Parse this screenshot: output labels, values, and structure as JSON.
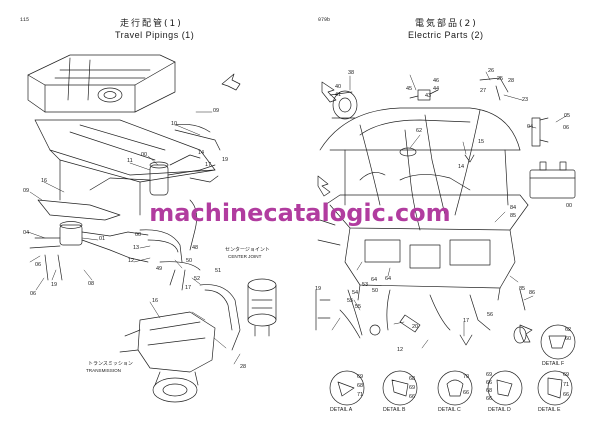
{
  "left_page": {
    "page_number": "115",
    "title_jp": "走行配管(1)",
    "title_en": "Travel Pipings (1)",
    "callouts": [
      "09",
      "10",
      "11",
      "00",
      "14",
      "17",
      "19",
      "16",
      "09",
      "04",
      "01",
      "06",
      "12",
      "13",
      "00",
      "48",
      "49",
      "50",
      "51",
      "52",
      "17",
      "28",
      "16",
      "06",
      "19",
      "08"
    ],
    "center_joint_jp": "センタージョイント",
    "center_joint_en": "CENTER JOINT",
    "transmission_jp": "トランスミッション",
    "transmission_en": "TRANSMISSION"
  },
  "right_page": {
    "page_number": "079b",
    "title_jp": "電気部品(2)",
    "title_en": "Electric Parts (2)",
    "callouts": [
      "38",
      "40",
      "41",
      "45",
      "46",
      "43",
      "44",
      "26",
      "25",
      "28",
      "27",
      "23",
      "62",
      "14",
      "15",
      "04",
      "05",
      "06",
      "00",
      "84",
      "85",
      "19",
      "55",
      "54",
      "53",
      "50",
      "64",
      "64",
      "85",
      "86",
      "55",
      "56",
      "12",
      "17",
      "20"
    ],
    "details": [
      "DETAIL A",
      "DETAIL B",
      "DETAIL C",
      "DETAIL D",
      "DETAIL E",
      "DETAIL F"
    ],
    "detail_callouts": {
      "A": [
        "69",
        "68",
        "71"
      ],
      "B": [
        "68",
        "69",
        "66"
      ],
      "C": [
        "70",
        "66"
      ],
      "D": [
        "69",
        "66",
        "68",
        "66"
      ],
      "E": [
        "69",
        "71",
        "66"
      ],
      "F": [
        "62",
        "60"
      ]
    }
  },
  "watermark": "machinecatalogic.com",
  "colors": {
    "ink": "#1a1a1a",
    "watermark": "#b13c9f"
  }
}
